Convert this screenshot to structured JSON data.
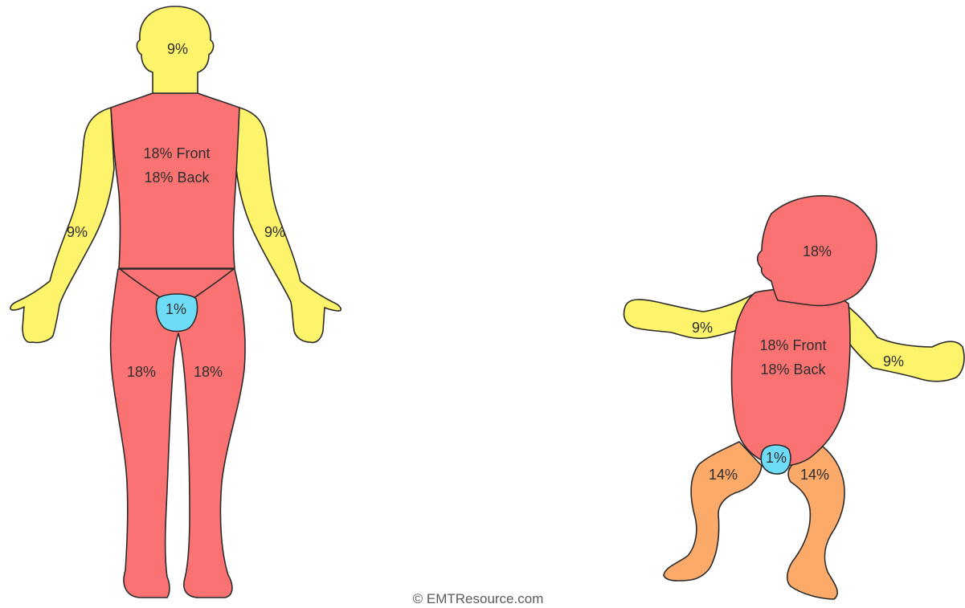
{
  "colors": {
    "head_arms": "#fdf46b",
    "trunk_legs": "#fb7272",
    "perineum": "#6fdcf7",
    "infant_legs": "#fbaa6a",
    "outline": "#2b2b2b"
  },
  "adult": {
    "head": "9%",
    "trunk_front": "18% Front",
    "trunk_back": "18% Back",
    "left_arm": "9%",
    "right_arm": "9%",
    "groin": "1%",
    "left_leg": "18%",
    "right_leg": "18%"
  },
  "infant": {
    "head": "18%",
    "trunk_front": "18% Front",
    "trunk_back": "18% Back",
    "left_arm": "9%",
    "right_arm": "9%",
    "groin": "1%",
    "left_leg": "14%",
    "right_leg": "14%"
  },
  "copyright": "© EMTResource.com"
}
